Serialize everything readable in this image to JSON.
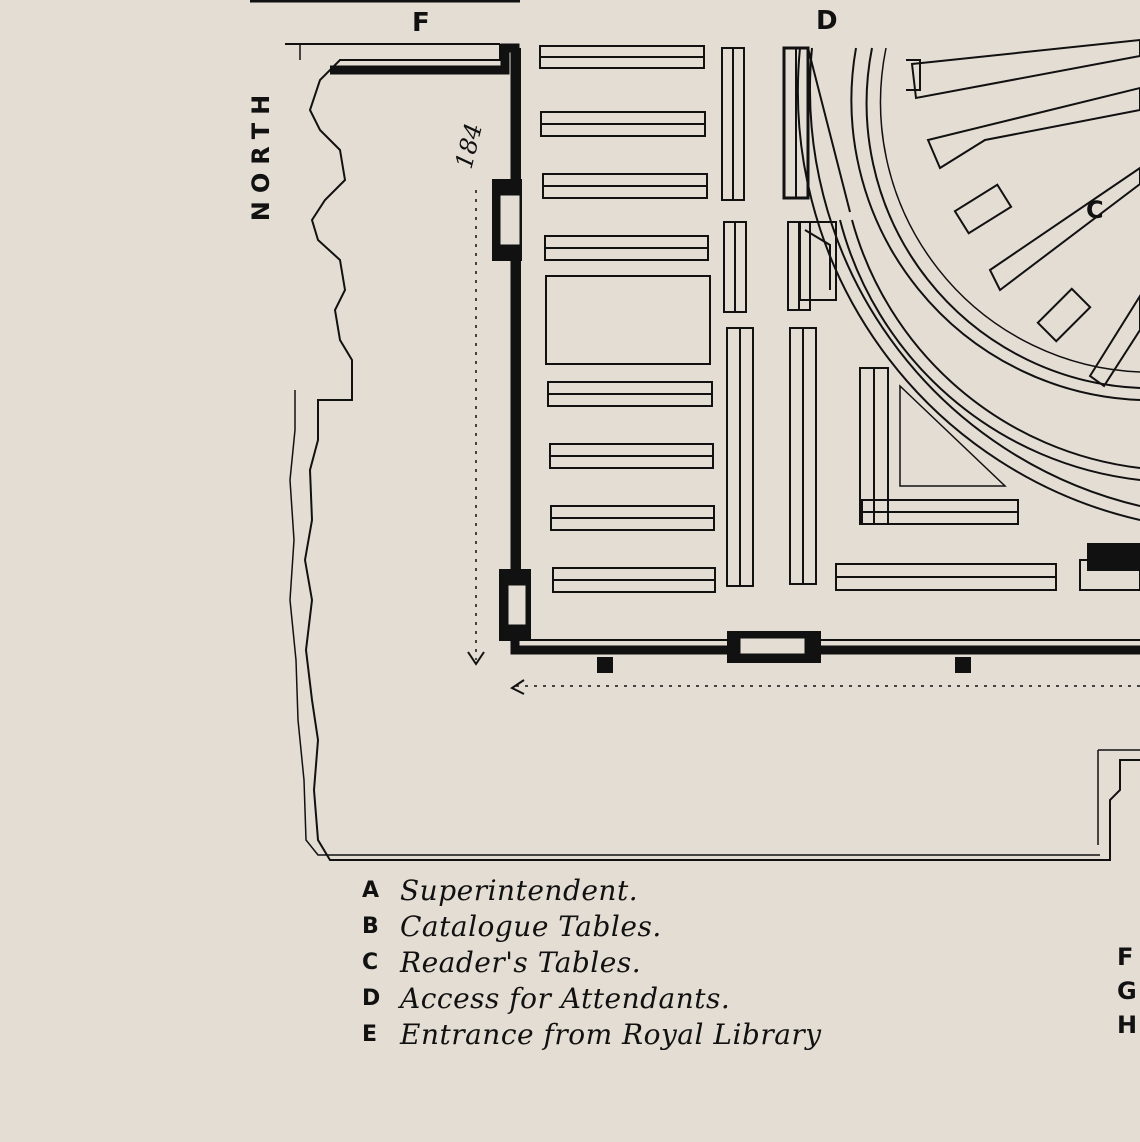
{
  "labels": {
    "north": "NORTH",
    "dimension": "184",
    "top_F": "F",
    "top_D": "D",
    "room_C": "C"
  },
  "legend": [
    {
      "key": "A",
      "text": "Superintendent."
    },
    {
      "key": "B",
      "text": "Catalogue Tables."
    },
    {
      "key": "C",
      "text": "Reader's Tables."
    },
    {
      "key": "D",
      "text": "Access for Attendants."
    },
    {
      "key": "E",
      "text": "Entrance from Royal Library"
    }
  ],
  "legend_right_keys": [
    "F",
    "G",
    "H"
  ],
  "colors": {
    "paper": "#e4ddd4",
    "ink": "#111111"
  }
}
